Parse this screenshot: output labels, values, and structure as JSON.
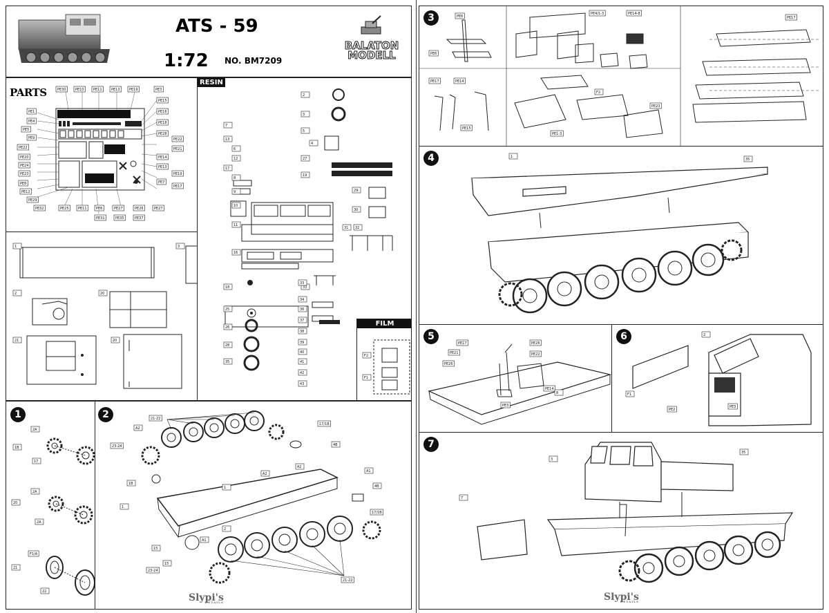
{
  "header": {
    "title": "ATS - 59",
    "scale": "1:72",
    "catalog_no": "NO. BM7209",
    "logo_line1": "BALATON",
    "logo_line2": "MODELL"
  },
  "sections": {
    "parts": "PARTS",
    "resin": "RESIN",
    "film": "FILM"
  },
  "steps": [
    "1",
    "2",
    "3",
    "4",
    "5",
    "6",
    "7"
  ],
  "brand": {
    "name": "Slypi's",
    "sub": "DETAILS"
  },
  "labels": {
    "pe_left": [
      "PE1",
      "PE4",
      "PE5",
      "PE9",
      "PE22",
      "PE20",
      "PE24",
      "PE23",
      "PE8",
      "PE12",
      "PE29",
      "PE32"
    ],
    "pe_top": [
      "PE30",
      "PE10",
      "PE11",
      "PE13",
      "PE19",
      "PE3"
    ],
    "pe_right": [
      "PE15",
      "PE16",
      "PE18",
      "PE28",
      "PE22",
      "PE21",
      "PE14",
      "PE13",
      "PE19",
      "PE7",
      "PE17"
    ],
    "pe_bottom": [
      "PE25",
      "PE11",
      "PE6",
      "PE27",
      "PE26",
      "PE27",
      "PE31",
      "PE35",
      "PE37"
    ],
    "resin_col1": [
      "7",
      "13",
      "6",
      "12",
      "17",
      "8",
      "9",
      "10",
      "11",
      "16",
      "18",
      "25",
      "26",
      "28",
      "35"
    ],
    "resin_col2": [
      "2",
      "3",
      "5",
      "4",
      "27",
      "19",
      "29",
      "30",
      "31",
      "32",
      "33"
    ],
    "resin_col3": [
      "33",
      "34",
      "36",
      "37",
      "38",
      "39",
      "40",
      "41",
      "42",
      "43"
    ],
    "resin_sheet": [
      "1",
      "3",
      "2",
      "20",
      "21",
      "20"
    ],
    "film": [
      "F2",
      "F1"
    ],
    "step1": [
      "2A",
      "1B",
      "17",
      "2A",
      "20",
      "2A",
      "F1/A",
      "21",
      "22"
    ],
    "step2": [
      "21-22",
      "A2",
      "23-24",
      "1B",
      "1",
      "15",
      "A1",
      "A2",
      "A1",
      "A2",
      "1",
      "2",
      "17/1B",
      "4B",
      "4B",
      "17/1B",
      "15",
      "23-24",
      "21-22"
    ],
    "step3": [
      "PE6",
      "PE6",
      "PE4/1-3",
      "PE14-8",
      "PE17",
      "PE17",
      "PE14",
      "PE15",
      "F2",
      "PE23",
      "PE1-3"
    ],
    "step4": [
      "1",
      "35"
    ],
    "step5": [
      "PE17",
      "PE21",
      "PE26",
      "PE26",
      "PE22",
      "PE3",
      "PE14",
      "8"
    ],
    "step6": [
      "2",
      "F1",
      "PE2",
      "PE3"
    ],
    "step7": [
      "3",
      "35",
      "7"
    ]
  }
}
